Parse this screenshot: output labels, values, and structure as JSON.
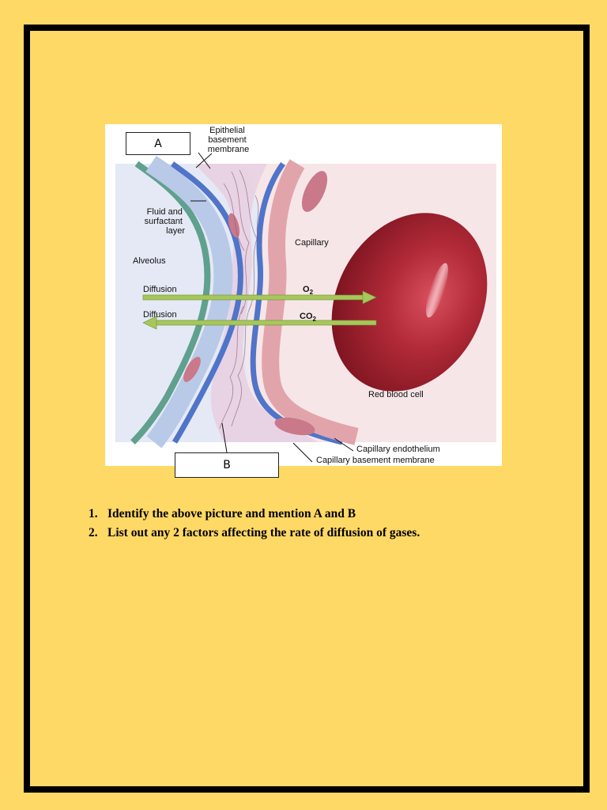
{
  "diagram": {
    "labels": {
      "epithelial_basement_membrane": [
        "Epithelial",
        "basement",
        "membrane"
      ],
      "fluid_surfactant_layer": [
        "Fluid and",
        "surfactant",
        "layer"
      ],
      "alveolus": "Alveolus",
      "capillary": "Capillary",
      "diffusion_in": "Diffusion",
      "diffusion_out": "Diffusion",
      "o2": "O",
      "o2_sub": "2",
      "co2": "CO",
      "co2_sub": "2",
      "red_blood_cell": "Red blood cell",
      "capillary_endothelium": "Capillary endothelium",
      "capillary_basement_membrane": "Capillary basement membrane"
    },
    "answer_boxes": {
      "a": "A",
      "b": "B"
    },
    "colors": {
      "alveolus_bg": "#E4E9F5",
      "capillary_bg": "#F6E6E8",
      "interstitium": "#E7CFE0",
      "epithelium_green": "#5FA08E",
      "fluid_layer": "#B9C9E8",
      "basement_blue": "#4F74C9",
      "endothelium_pink": "#E2A4AB",
      "rbc": "#A31F2E",
      "arrow_green": "#A6C85A"
    }
  },
  "questions": [
    {
      "number": "1.",
      "text": "Identify the above picture and mention A and B"
    },
    {
      "number": "2.",
      "text": "List out any 2 factors affecting the rate of diffusion of gases."
    }
  ]
}
